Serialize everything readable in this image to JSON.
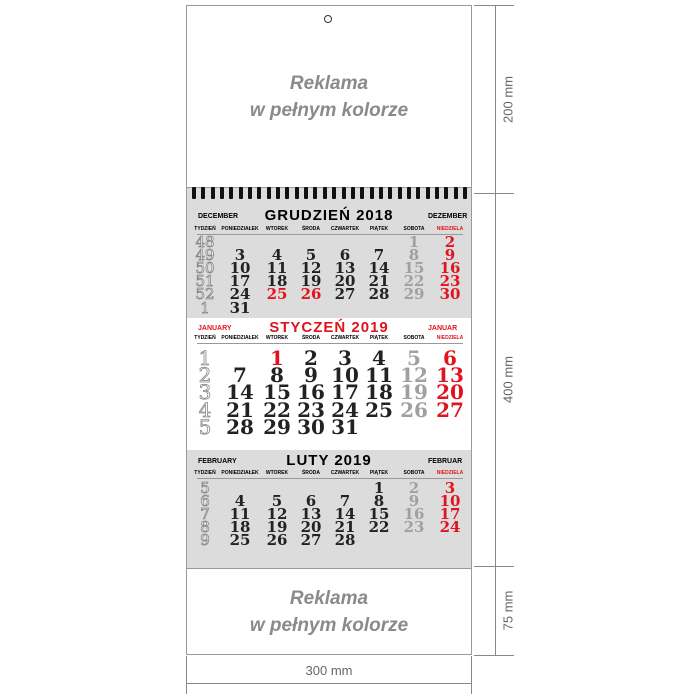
{
  "ad_top": {
    "line1": "Reklama",
    "line2": "w pełnym kolorze"
  },
  "ad_bottom": {
    "line1": "Reklama",
    "line2": "w pełnym kolorze"
  },
  "dimensions": {
    "top": "200 mm",
    "middle": "400 mm",
    "bottom": "75 mm",
    "width": "300 mm"
  },
  "weekday_headers": [
    "TYDZIEŃ",
    "PONIEDZIAŁEK",
    "WTOREK",
    "ŚRODA",
    "CZWARTEK",
    "PIĄTEK",
    "SOBOTA",
    "NIEDZIELA"
  ],
  "colors": {
    "red": "#e0141e",
    "gray_bg": "#dcdcdc"
  },
  "months": [
    {
      "title": "GRUDZIEŃ 2018",
      "label_en": "DECEMBER",
      "label_de": "DEZEMBER",
      "title_red": false,
      "holidays": [
        25,
        26
      ],
      "weeks": [
        {
          "week": "48",
          "days": [
            null,
            null,
            null,
            null,
            null,
            1,
            2
          ]
        },
        {
          "week": "49",
          "days": [
            3,
            4,
            5,
            6,
            7,
            8,
            9
          ]
        },
        {
          "week": "50",
          "days": [
            10,
            11,
            12,
            13,
            14,
            15,
            16
          ]
        },
        {
          "week": "51",
          "days": [
            17,
            18,
            19,
            20,
            21,
            22,
            23
          ]
        },
        {
          "week": "52",
          "days": [
            24,
            25,
            26,
            27,
            28,
            29,
            30
          ]
        },
        {
          "week": "1",
          "days": [
            31,
            null,
            null,
            null,
            null,
            null,
            null
          ]
        }
      ]
    },
    {
      "title": "STYCZEŃ 2019",
      "label_en": "JANUARY",
      "label_de": "JANUAR",
      "title_red": true,
      "holidays": [
        1
      ],
      "weeks": [
        {
          "week": "1",
          "days": [
            null,
            1,
            2,
            3,
            4,
            5,
            6
          ]
        },
        {
          "week": "2",
          "days": [
            7,
            8,
            9,
            10,
            11,
            12,
            13
          ]
        },
        {
          "week": "3",
          "days": [
            14,
            15,
            16,
            17,
            18,
            19,
            20
          ]
        },
        {
          "week": "4",
          "days": [
            21,
            22,
            23,
            24,
            25,
            26,
            27
          ]
        },
        {
          "week": "5",
          "days": [
            28,
            29,
            30,
            31,
            null,
            null,
            null
          ]
        }
      ]
    },
    {
      "title": "LUTY 2019",
      "label_en": "FEBRUARY",
      "label_de": "FEBRUAR",
      "title_red": false,
      "holidays": [],
      "weeks": [
        {
          "week": "5",
          "days": [
            null,
            null,
            null,
            null,
            1,
            2,
            3
          ]
        },
        {
          "week": "6",
          "days": [
            4,
            5,
            6,
            7,
            8,
            9,
            10
          ]
        },
        {
          "week": "7",
          "days": [
            11,
            12,
            13,
            14,
            15,
            16,
            17
          ]
        },
        {
          "week": "8",
          "days": [
            18,
            19,
            20,
            21,
            22,
            23,
            24
          ]
        },
        {
          "week": "9",
          "days": [
            25,
            26,
            27,
            28,
            null,
            null,
            null
          ]
        }
      ]
    }
  ]
}
